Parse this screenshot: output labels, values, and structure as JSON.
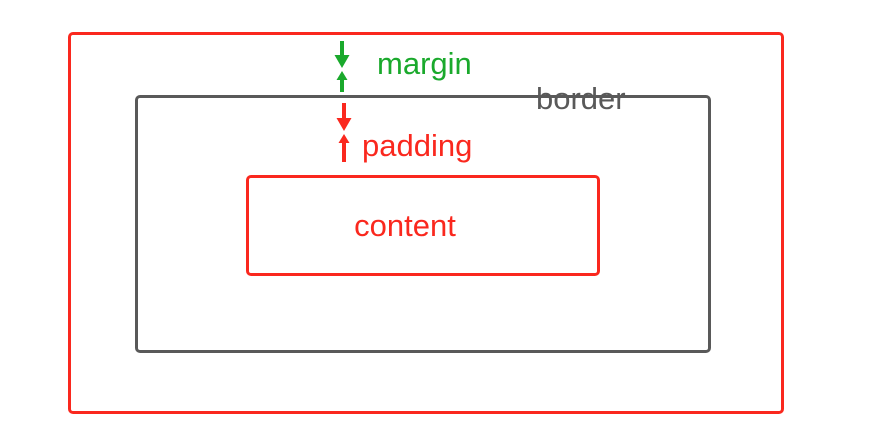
{
  "diagram": {
    "name": "css-box-model",
    "labels": {
      "margin": "margin",
      "border": "border",
      "padding": "padding",
      "content": "content"
    },
    "colors": {
      "red": "#fa281e",
      "green": "#1aa92c",
      "gray": "#595959",
      "background": "#ffffff"
    },
    "icons": [
      "margin-arrow-down-icon",
      "margin-arrow-up-icon",
      "padding-arrow-down-icon",
      "padding-arrow-up-icon"
    ]
  }
}
